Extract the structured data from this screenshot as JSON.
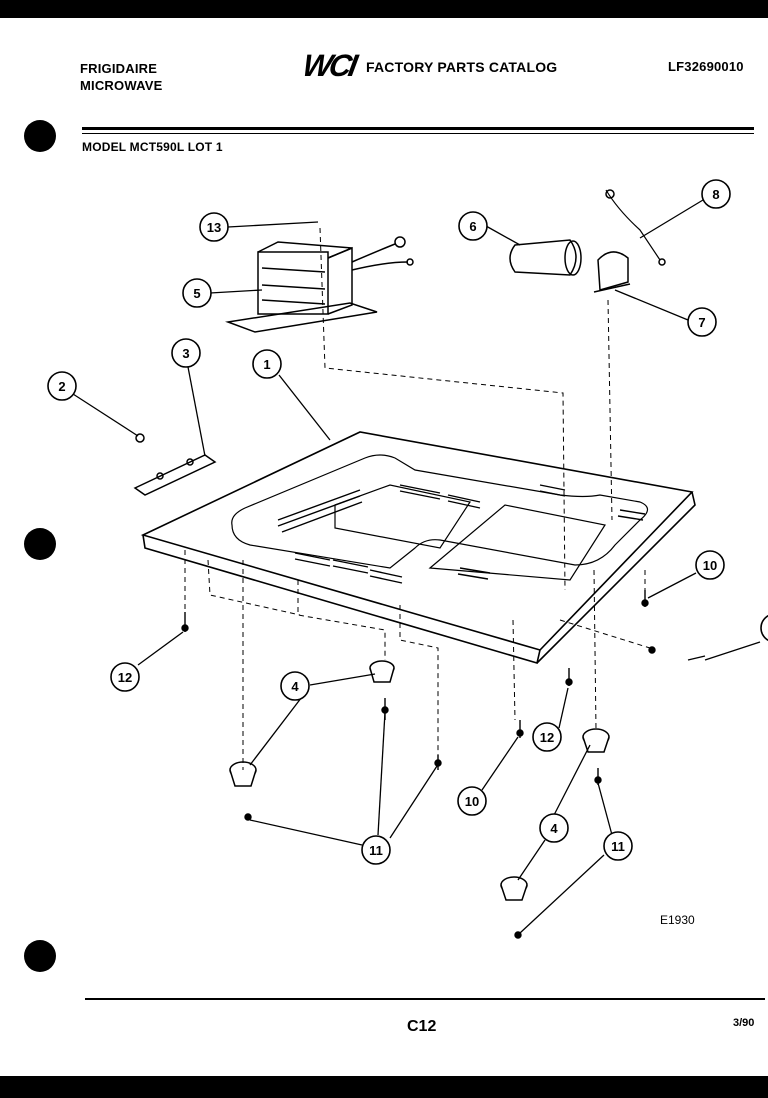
{
  "header": {
    "brand_line1": "FRIGIDAIRE",
    "brand_line2": "MICROWAVE",
    "logo": "WCI",
    "catalog_title": "FACTORY PARTS CATALOG",
    "catalog_number": "LF32690010",
    "model_line": "MODEL MCT590L LOT 1"
  },
  "figure": {
    "id": "E1930"
  },
  "footer": {
    "page": "C12",
    "date": "3/90"
  },
  "callouts": [
    {
      "key": "c13",
      "label": "13"
    },
    {
      "key": "c5",
      "label": "5"
    },
    {
      "key": "c6",
      "label": "6"
    },
    {
      "key": "c8",
      "label": "8"
    },
    {
      "key": "c7",
      "label": "7"
    },
    {
      "key": "c3",
      "label": "3"
    },
    {
      "key": "c1",
      "label": "1"
    },
    {
      "key": "c2",
      "label": "2"
    },
    {
      "key": "c10a",
      "label": "10"
    },
    {
      "key": "c12a",
      "label": "12"
    },
    {
      "key": "c4a",
      "label": "4"
    },
    {
      "key": "c12b",
      "label": "12"
    },
    {
      "key": "c10b",
      "label": "10"
    },
    {
      "key": "c4b",
      "label": "4"
    },
    {
      "key": "c11a",
      "label": "11"
    },
    {
      "key": "c11b",
      "label": "11"
    }
  ]
}
